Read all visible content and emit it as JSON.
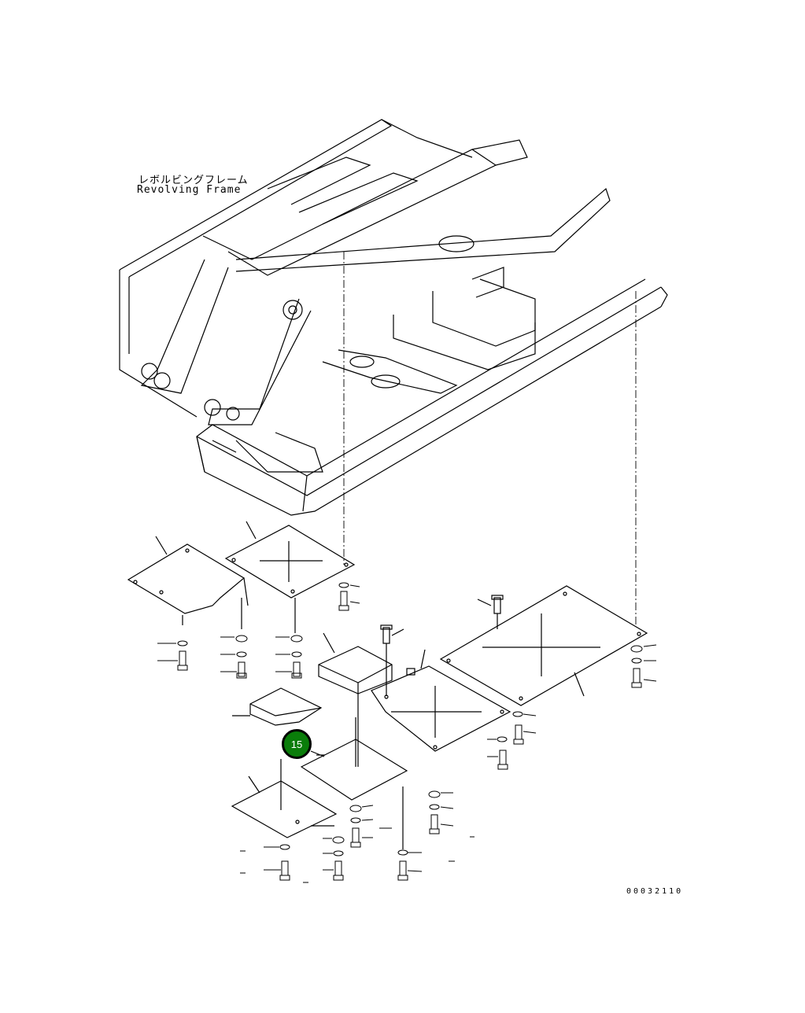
{
  "title_jp": "レボルビングフレーム",
  "title_en": "Revolving Frame",
  "drawing_number": "00032110",
  "callout": {
    "number": "15",
    "color": "#0a7d0a"
  }
}
